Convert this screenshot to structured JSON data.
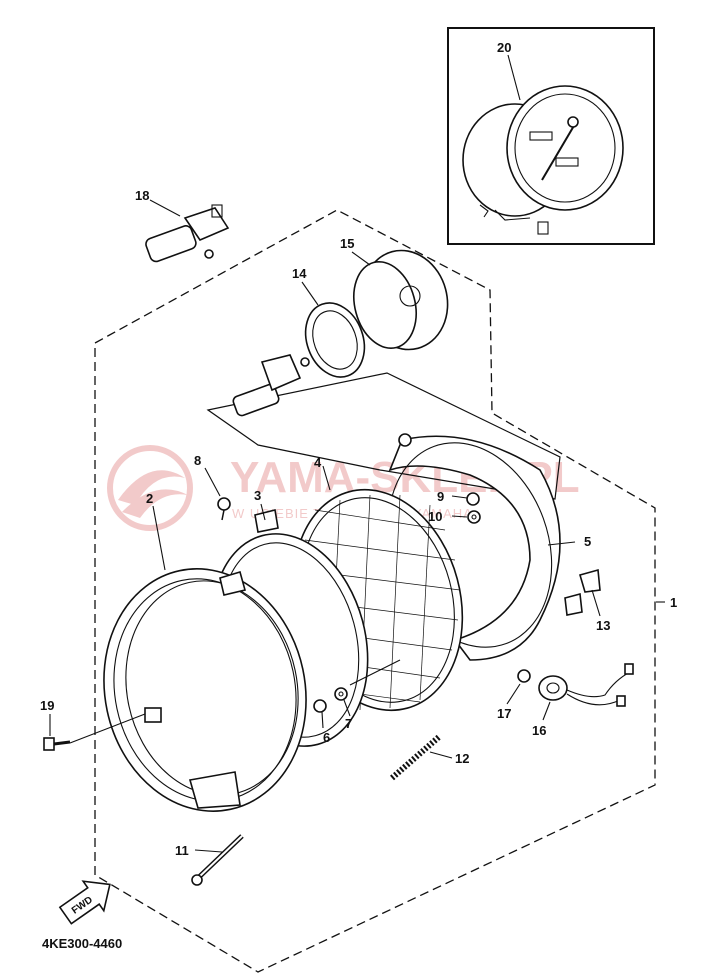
{
  "watermark": {
    "brand": "YAMA-SKLEP.PL",
    "tagline": "W UCIEBIE TAKIEGO JAK YAMAHA",
    "color": "#e8a0a0"
  },
  "callouts": {
    "c1": "1",
    "c2": "2",
    "c3": "3",
    "c4": "4",
    "c5": "5",
    "c6": "6",
    "c7": "7",
    "c8": "8",
    "c9": "9",
    "c10": "10",
    "c11": "11",
    "c12": "12",
    "c13": "13",
    "c14": "14",
    "c15": "15",
    "c16": "16",
    "c17": "17",
    "c18": "18",
    "c19": "19",
    "c20": "20"
  },
  "fwd_label": "FWD",
  "diagram_code": "4KE300-4460",
  "line_color": "#111111"
}
